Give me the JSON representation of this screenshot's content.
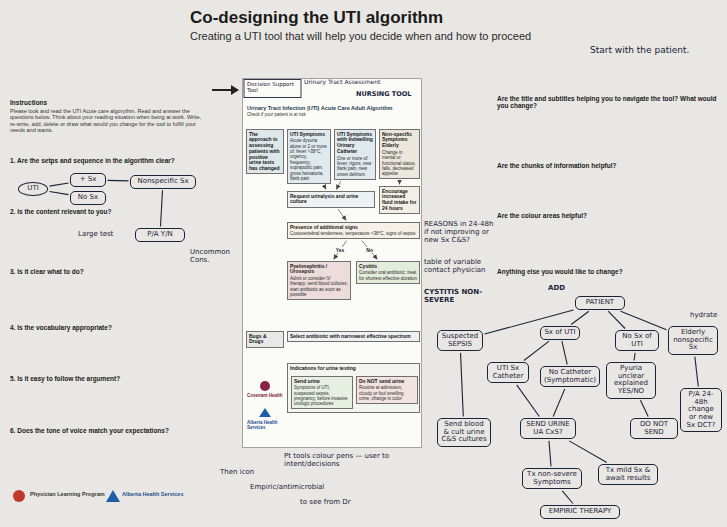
{
  "diagram": {
    "title": "Co-designing the UTI algorithm",
    "nodes": [
      {
        "text": [
          "Urinary Tract Infection (UTI) Acute Care Adult Algorithm",
          "Check if your patient is at risk"
        ]
      },
      {
        "text": [
          "The approach to assessing patients with positive urine tests has changed"
        ],
        "in": 0
      },
      {
        "text": [
          "UTI Symptoms",
          "Acute dysuria alone or 2 or more of: fever >38°C, urgency, frequency, suprapubic pain, gross hematuria, flank pain"
        ],
        "in": 0
      },
      {
        "text": [
          "UTI Symptoms with Indwelling Urinary Catheter",
          "One or more of: fever, rigors, new flank pain, new onset delirium"
        ],
        "in": 0
      },
      {
        "text": [
          "Non-specific Symptoms Elderly",
          "Change in mental or functional status, falls, decreased appetite"
        ],
        "in": 0
      },
      {
        "text": [
          "Request urinalysis and urine culture"
        ],
        "in": 0
      },
      {
        "text": [
          "Encourage increased fluid intake for 24 hours"
        ],
        "in": 0
      },
      {
        "text": [
          "Presence of additional signs",
          "Costovertebral tenderness, temperature >38°C, signs of sepsis"
        ],
        "in": 0
      },
      {
        "text": [
          "Pyelonephritis / Urosepsis",
          "Admit or consider IV therapy; send blood cultures; start antibiotic as soon as possible"
        ],
        "in": 0
      },
      {
        "text": [
          "Cystitis",
          "Consider oral antibiotic; treat for shortest effective duration"
        ],
        "in": 0
      },
      {
        "text": [
          "Bugs & Drugs"
        ],
        "in": 0
      },
      {
        "text": [
          "Select antibiotic with narrowest effective spectrum"
        ],
        "in": 0
      },
      {
        "text": [
          "Indications for urine testing"
        ],
        "in": 0
      },
      {
        "text": [
          "Send urine",
          "Symptoms of UTI, suspected sepsis, pregnancy, before invasive urologic procedures"
        ],
        "in": 12
      },
      {
        "text": [
          "Do NOT send urine",
          "Routine at admission, cloudy or foul smelling urine, change in color"
        ],
        "in": 12
      },
      {
        "text": [
          "UTI"
        ]
      },
      {
        "text": [
          "+ Sx"
        ]
      },
      {
        "text": [
          "No Sx"
        ]
      },
      {
        "text": [
          "Nonspecific Sx"
        ]
      },
      {
        "text": [
          "P/A Y/N"
        ]
      },
      {
        "text": [
          "PATIENT"
        ]
      },
      {
        "text": [
          "Suspected SEPSIS"
        ]
      },
      {
        "text": [
          "Sx of UTI"
        ]
      },
      {
        "text": [
          "No Sx of UTI"
        ]
      },
      {
        "text": [
          "Elderly nonspecific Sx"
        ]
      },
      {
        "text": [
          "UTI Sx Catheter"
        ]
      },
      {
        "text": [
          "No Catheter (Symptomatic)"
        ]
      },
      {
        "text": [
          "Pyuria unclear explained YES/NO"
        ]
      },
      {
        "text": [
          "P/A 24-48h change or new Sx DCT?"
        ]
      },
      {
        "text": [
          "Send blood & cult urine C&S cultures"
        ]
      },
      {
        "text": [
          "SEND URINE UA CxS?"
        ]
      },
      {
        "text": [
          "DO NOT SEND"
        ]
      },
      {
        "text": [
          "Tx non-severe Symptoms"
        ]
      },
      {
        "text": [
          "Tx mild Sx & await results"
        ]
      },
      {
        "text": [
          "EMPIRIC THERAPY"
        ]
      }
    ],
    "edges": [
      {
        "from": 2,
        "to": 5,
        "arrow": "to"
      },
      {
        "from": 3,
        "to": 5,
        "arrow": "to"
      },
      {
        "from": 4,
        "to": 6,
        "arrow": "to"
      },
      {
        "from": 5,
        "to": 7,
        "arrow": "to"
      },
      {
        "from": 7,
        "to": 8,
        "label": "Yes",
        "arrow": "to"
      },
      {
        "from": 7,
        "to": 9,
        "label": "No",
        "arrow": "to"
      },
      {
        "from": 15,
        "to": 16,
        "arrow": "none"
      },
      {
        "from": 15,
        "to": 17,
        "arrow": "none"
      },
      {
        "from": 16,
        "to": 18,
        "arrow": "none"
      },
      {
        "from": 18,
        "to": 19,
        "arrow": "none"
      },
      {
        "from": 20,
        "to": 21,
        "arrow": "none"
      },
      {
        "from": 20,
        "to": 22,
        "arrow": "none"
      },
      {
        "from": 20,
        "to": 23,
        "arrow": "none"
      },
      {
        "from": 20,
        "to": 24,
        "arrow": "none"
      },
      {
        "from": 22,
        "to": 25,
        "arrow": "none"
      },
      {
        "from": 22,
        "to": 26,
        "arrow": "none"
      },
      {
        "from": 23,
        "to": 27,
        "arrow": "none"
      },
      {
        "from": 24,
        "to": 28,
        "arrow": "none"
      },
      {
        "from": 21,
        "to": 29,
        "arrow": "none"
      },
      {
        "from": 25,
        "to": 30,
        "arrow": "none"
      },
      {
        "from": 26,
        "to": 30,
        "arrow": "none"
      },
      {
        "from": 27,
        "to": 31,
        "arrow": "none"
      },
      {
        "from": 30,
        "to": 32,
        "arrow": "none"
      },
      {
        "from": 30,
        "to": 33,
        "arrow": "none"
      },
      {
        "from": 32,
        "to": 34,
        "arrow": "none"
      }
    ],
    "labels": [
      "Creating a UTI tool that will help you decide when and how to proceed",
      "Instructions",
      "Please look and read the UTI Acute care algorythm. Read and answer the questions below. Think about your reading situation when being at work. Write, re-write, add, delete or draw what would you change for the tool to fulfill your needs and wants.",
      "1. Are the setps and sequence in the algorithm clear?",
      "2. Is the content relevant to you?",
      "3. Is it clear what to do?",
      "4. Is the vocabulary appropriate?",
      "5. Is it easy to follow the argument?",
      "6. Does the tone of voice match your expectations?",
      "Are the title and subtitles helping you to navigate the tool? What would you change?",
      "Are the chunks of information helpful?",
      "Are the colour areas helpful?",
      "Anything else you would like to change?",
      "Start with the patient.",
      "Decision Support Tool",
      "Urinary Tract Assessment",
      "NURSING TOOL",
      "REASONS in 24-48h if not improving or new Sx C&S?",
      "table of variable contact physician",
      "CYSTITIS NON-SEVERE",
      "Large test",
      "Uncommon Cons.",
      "ADD",
      "hydrate",
      "Pt tools colour pens — user to intent/decisions",
      "Then icon",
      "Empiric/antimicrobial",
      "to see from Dr",
      "Covenant Health",
      "Alberta Health Services",
      "Physician Learning Program",
      "Alberta Health Services"
    ]
  }
}
